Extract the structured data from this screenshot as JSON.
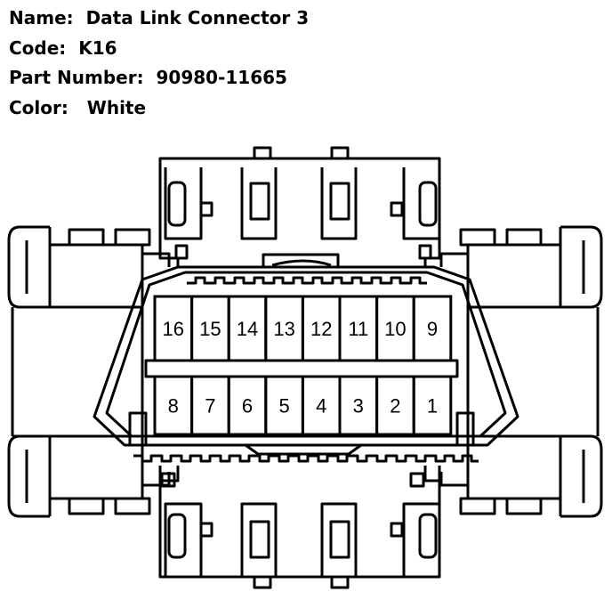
{
  "info": {
    "name_label": "Name:",
    "name_value": "Data Link Connector 3",
    "code_label": "Code:",
    "code_value": "K16",
    "part_label": "Part Number:",
    "part_value": "90980-11665",
    "color_label": "Color:",
    "color_value": "White"
  },
  "connector": {
    "top_row_pins": [
      "16",
      "15",
      "14",
      "13",
      "12",
      "11",
      "10",
      "9"
    ],
    "bottom_row_pins": [
      "8",
      "7",
      "6",
      "5",
      "4",
      "3",
      "2",
      "1"
    ]
  },
  "colors": {
    "line": "#000000",
    "background": "#ffffff"
  }
}
